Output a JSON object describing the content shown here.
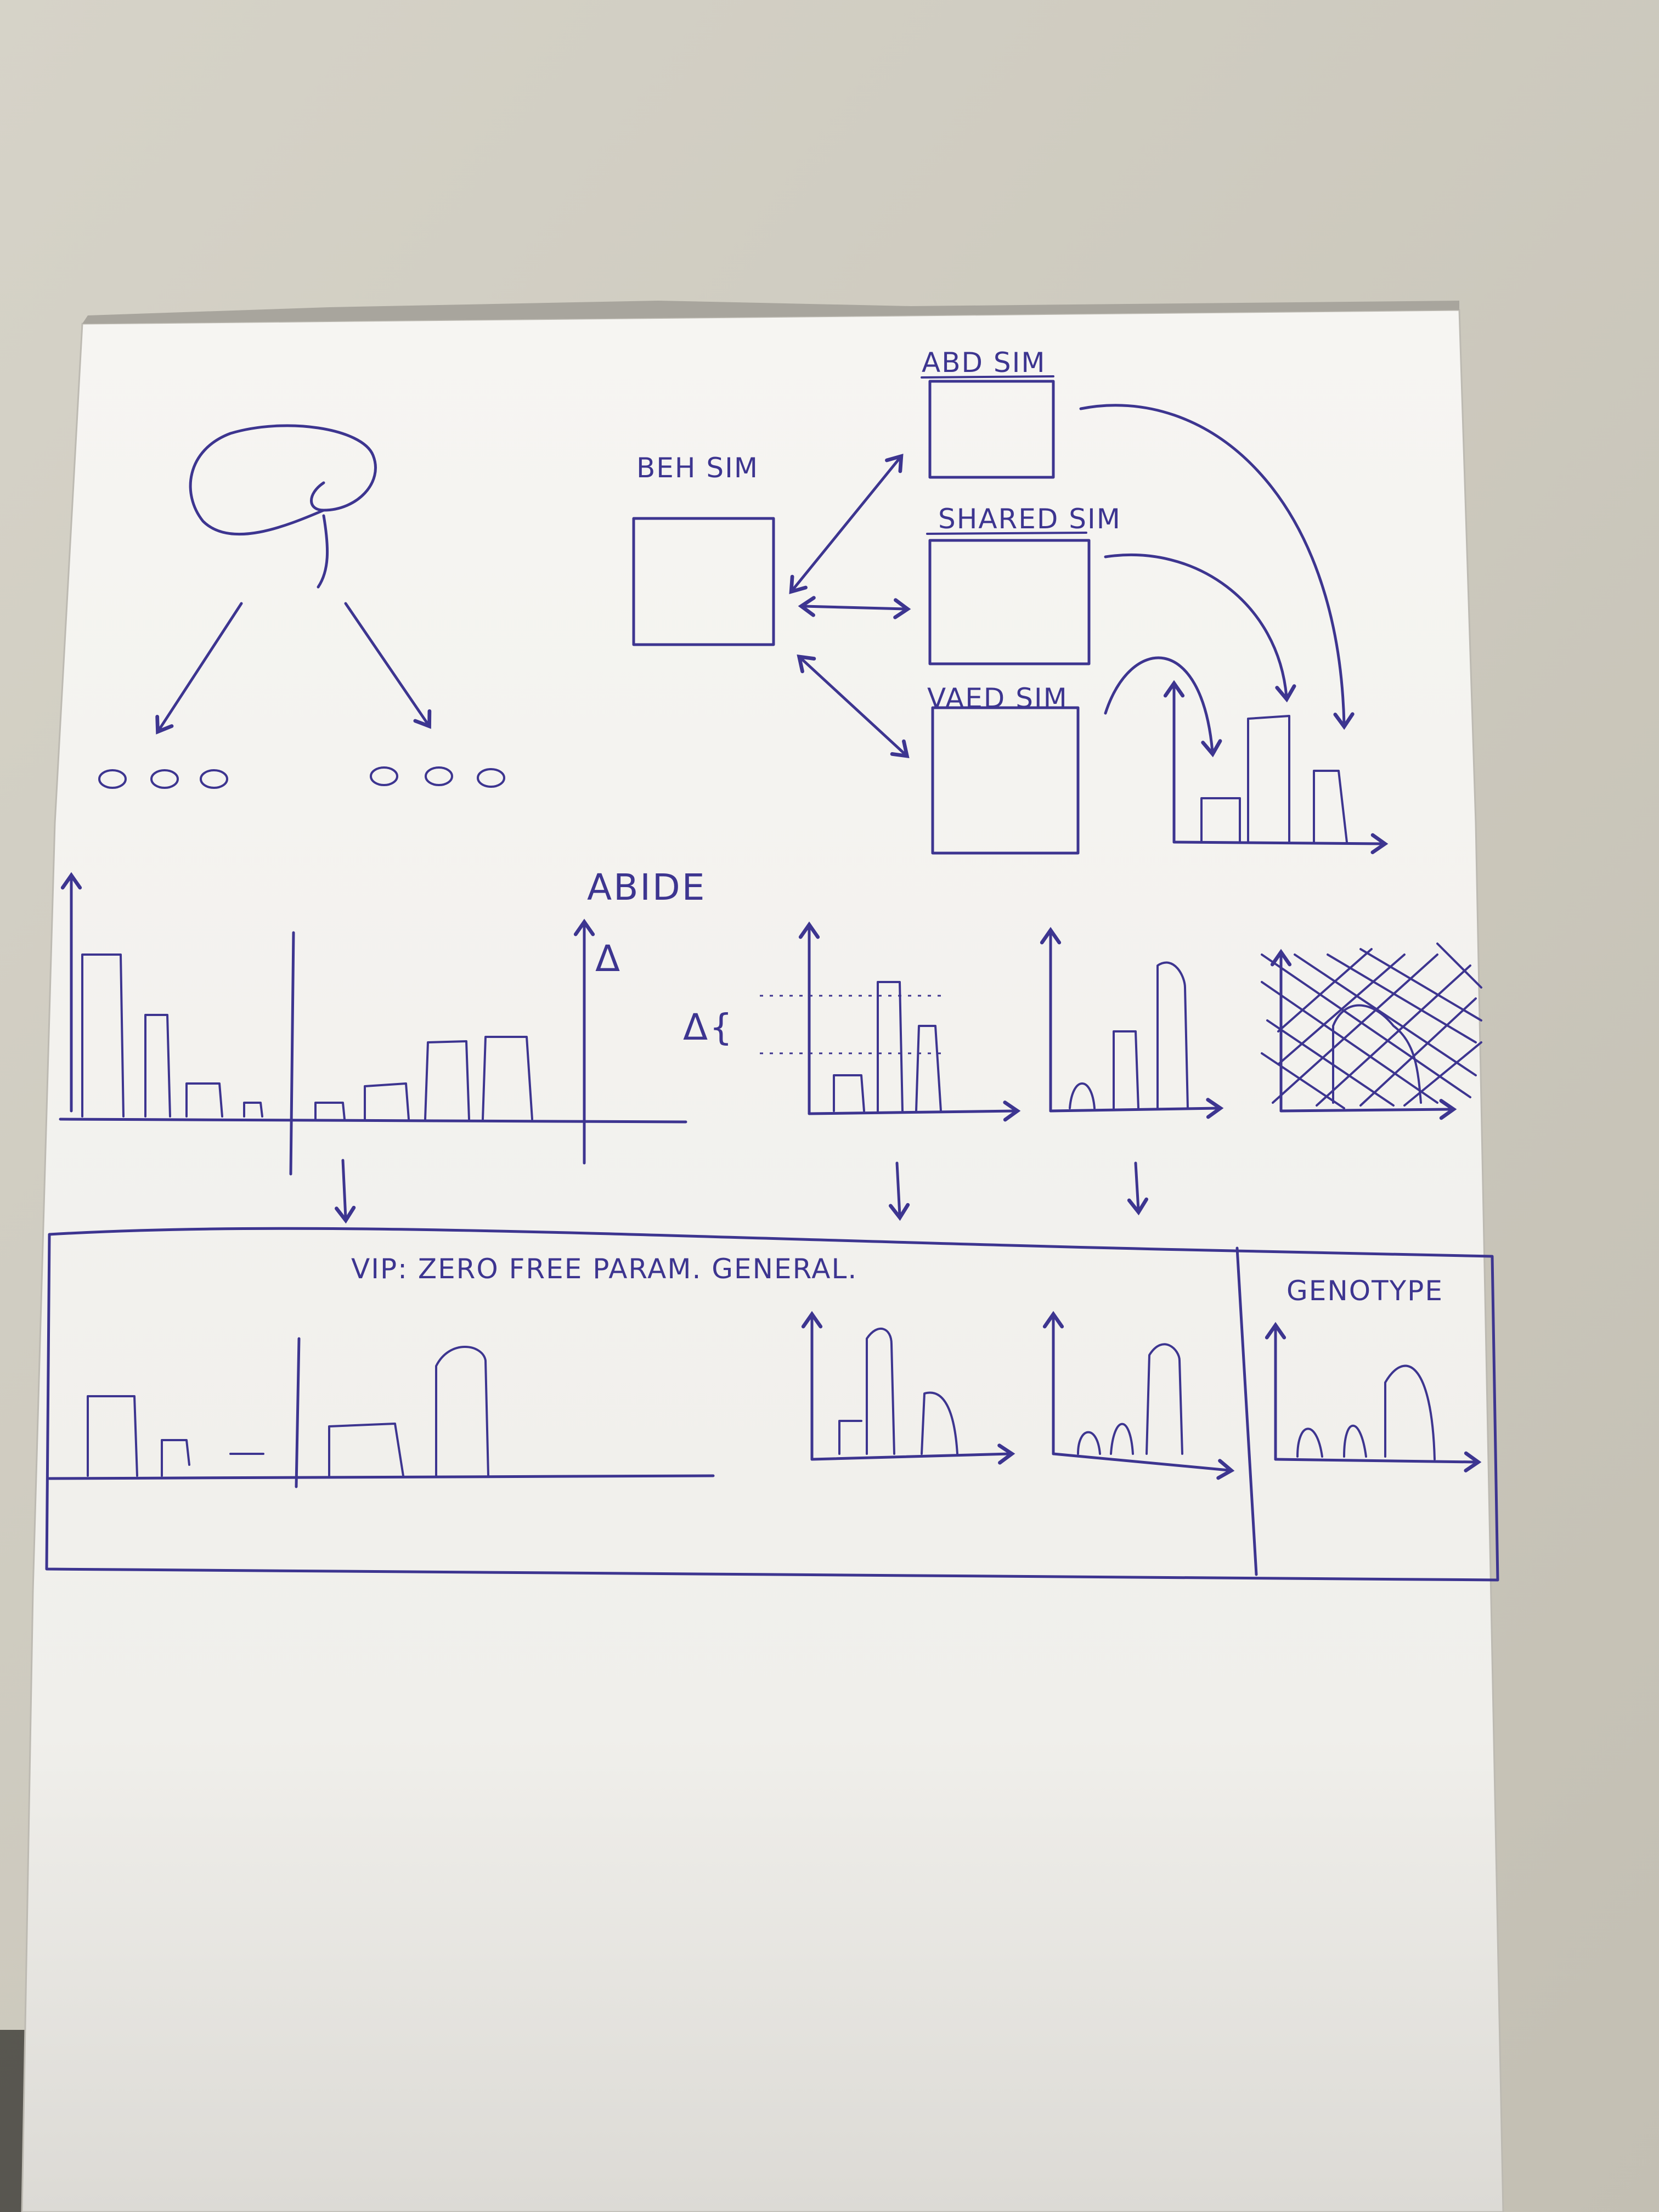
{
  "photo": {
    "colors": {
      "ink": "#3d3590",
      "paper": "#f3f2ee",
      "table": "#cfcbbf",
      "shadow": "#9f9c95"
    }
  },
  "sketch": {
    "labels": {
      "beh_sim": "BEH SIM",
      "abd_sim": "ABD SIM",
      "shared_sim": "SHARED SIM",
      "vaed_sim": "VAED SIM",
      "abide": "ABIDE",
      "delta_axis": "Δ",
      "delta_brace": "Δ{",
      "vip_note": "VIP: ZERO FREE PARAM. GENERAL.",
      "genotype": "GENOTYPE"
    }
  }
}
